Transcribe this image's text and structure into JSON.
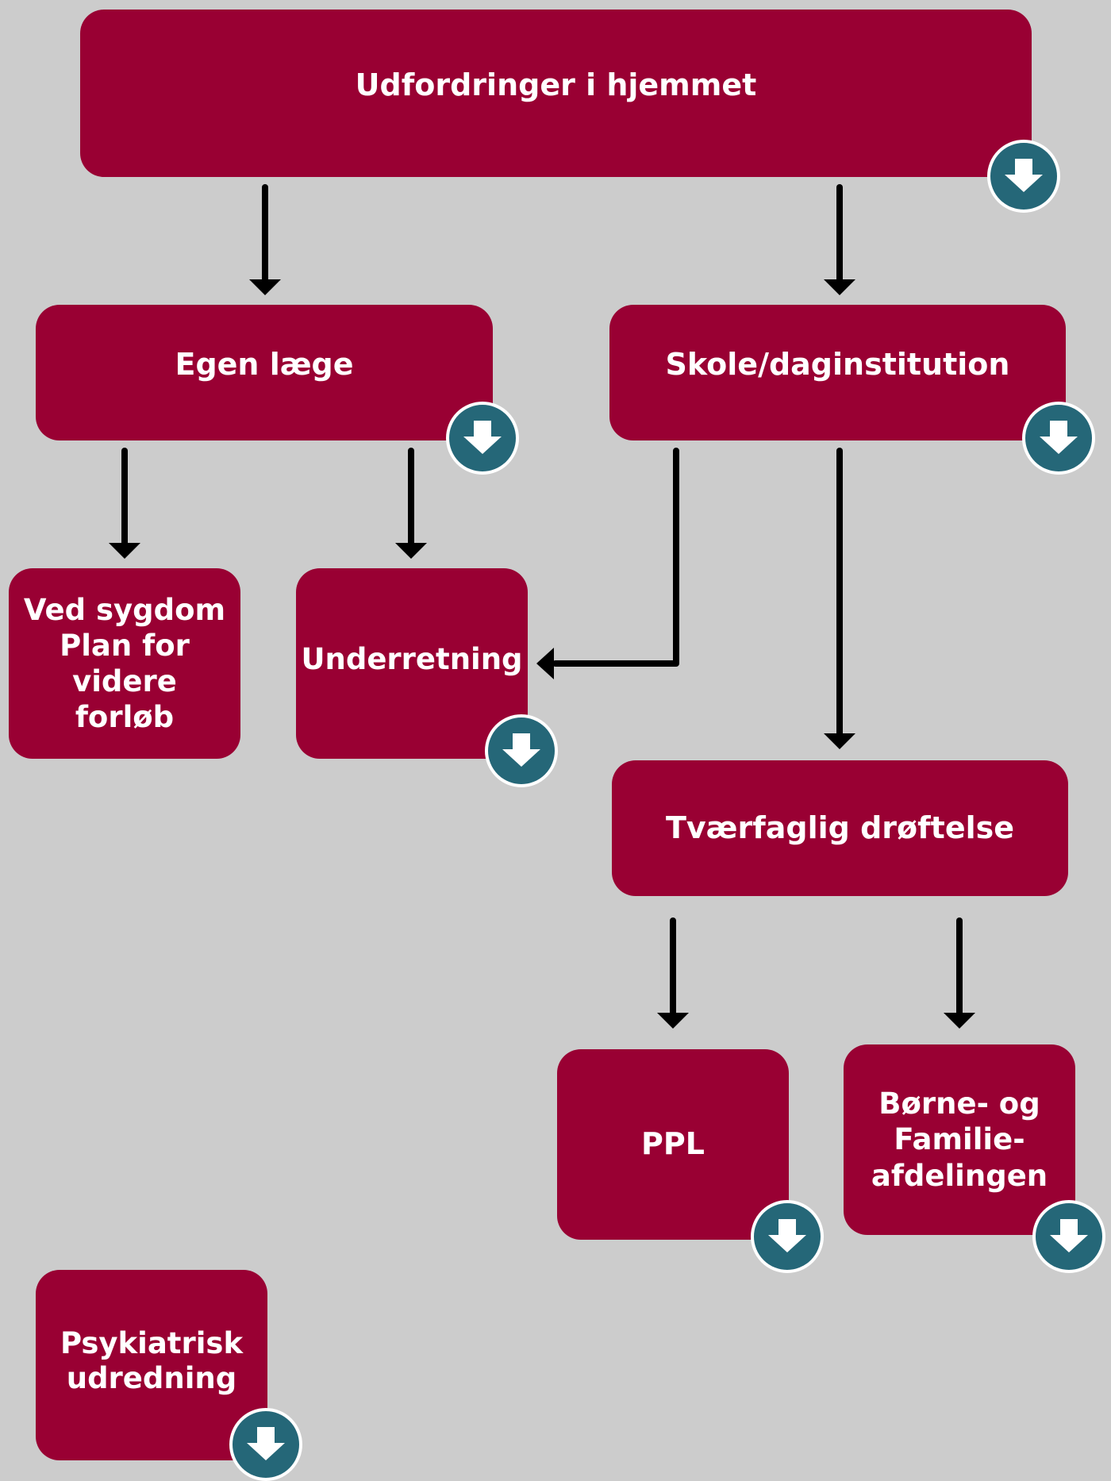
{
  "colors": {
    "background": "#cccccc",
    "box_fill": "#990033",
    "box_text": "#ffffff",
    "expand_button_fill": "#256778",
    "expand_button_border": "#ffffff",
    "arrow": "#000000"
  },
  "nodes": {
    "udfordringer": {
      "label": "Udfordringer i hjemmet",
      "icon": "arrow-down-icon"
    },
    "egen_laege": {
      "label": "Egen læge",
      "icon": "arrow-down-icon"
    },
    "skole": {
      "label": "Skole/daginstitution",
      "icon": "arrow-down-icon"
    },
    "ved_sygdom": {
      "label": "Ved sygdom\nPlan for\nvidere\nforløb"
    },
    "underretning": {
      "label": "Underretning",
      "icon": "arrow-down-icon"
    },
    "tvaerfaglig": {
      "label": "Tværfaglig drøftelse"
    },
    "ppl": {
      "label": "PPL",
      "icon": "arrow-down-icon"
    },
    "boerne_familie": {
      "label": "Børne- og\nFamilie-\nafdelingen",
      "icon": "arrow-down-icon"
    },
    "psykiatrisk": {
      "label": "Psykiatrisk\nudredning",
      "icon": "arrow-down-icon"
    }
  },
  "edges": [
    {
      "from": "udfordringer",
      "to": "egen_laege"
    },
    {
      "from": "udfordringer",
      "to": "skole"
    },
    {
      "from": "egen_laege",
      "to": "ved_sygdom"
    },
    {
      "from": "egen_laege",
      "to": "underretning"
    },
    {
      "from": "skole",
      "to": "underretning"
    },
    {
      "from": "skole",
      "to": "tvaerfaglig"
    },
    {
      "from": "tvaerfaglig",
      "to": "ppl"
    },
    {
      "from": "tvaerfaglig",
      "to": "boerne_familie"
    }
  ]
}
